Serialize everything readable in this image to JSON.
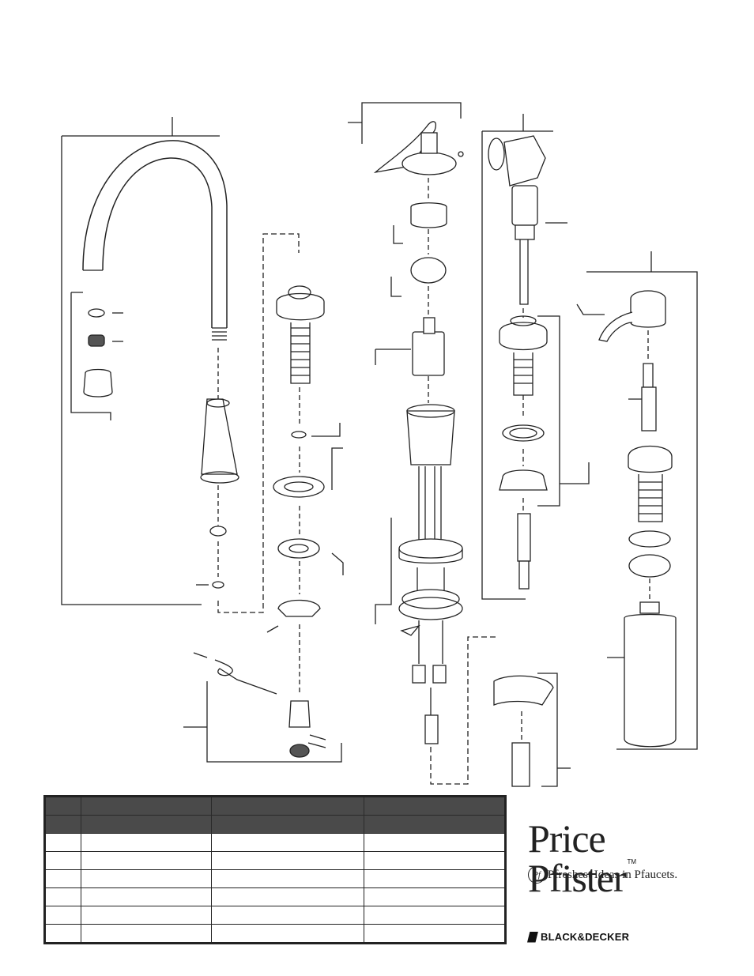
{
  "brand": {
    "name": "Price Pfister",
    "trademark": "TM",
    "badge": "Pf",
    "tagline": "Pfreshest Ideas in Pfaucets.",
    "parent_logo": "BLACK&DECKER"
  },
  "parts_table": {
    "columns": 4,
    "header_rows": 2,
    "body_rows": 6
  }
}
